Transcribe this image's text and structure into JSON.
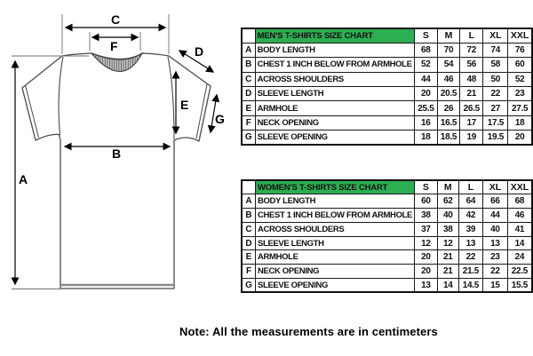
{
  "note": "Note: All the measurements are in centimeters",
  "diagram": {
    "labels": [
      "A",
      "B",
      "C",
      "D",
      "E",
      "F",
      "G"
    ]
  },
  "tables": [
    {
      "title": "MEN'S T-SHIRTS SIZE CHART",
      "sizes": [
        "S",
        "M",
        "L",
        "XL",
        "XXL"
      ],
      "rows": [
        {
          "key": "A",
          "label": "BODY LENGTH",
          "values": [
            "68",
            "70",
            "72",
            "74",
            "76"
          ]
        },
        {
          "key": "B",
          "label": "CHEST 1 INCH BELOW FROM ARMHOLE",
          "values": [
            "52",
            "54",
            "56",
            "58",
            "60"
          ]
        },
        {
          "key": "C",
          "label": "ACROSS SHOULDERS",
          "values": [
            "44",
            "46",
            "48",
            "50",
            "52"
          ]
        },
        {
          "key": "D",
          "label": "SLEEVE LENGTH",
          "values": [
            "20",
            "20.5",
            "21",
            "22",
            "23"
          ]
        },
        {
          "key": "E",
          "label": "ARMHOLE",
          "values": [
            "25.5",
            "26",
            "26.5",
            "27",
            "27.5"
          ]
        },
        {
          "key": "F",
          "label": "NECK OPENING",
          "values": [
            "16",
            "16.5",
            "17",
            "17.5",
            "18"
          ]
        },
        {
          "key": "G",
          "label": "SLEEVE OPENING",
          "values": [
            "18",
            "18.5",
            "19",
            "19.5",
            "20"
          ]
        }
      ]
    },
    {
      "title": "WOMEN'S T-SHIRTS SIZE CHART",
      "sizes": [
        "S",
        "M",
        "L",
        "XL",
        "XXL"
      ],
      "rows": [
        {
          "key": "A",
          "label": "BODY LENGTH",
          "values": [
            "60",
            "62",
            "64",
            "66",
            "68"
          ]
        },
        {
          "key": "B",
          "label": "CHEST 1 INCH BELOW FROM ARMHOLE",
          "values": [
            "38",
            "40",
            "42",
            "44",
            "46"
          ]
        },
        {
          "key": "C",
          "label": "ACROSS SHOULDERS",
          "values": [
            "37",
            "38",
            "39",
            "40",
            "41"
          ]
        },
        {
          "key": "D",
          "label": "SLEEVE LENGTH",
          "values": [
            "12",
            "12",
            "13",
            "13",
            "14"
          ]
        },
        {
          "key": "E",
          "label": "ARMHOLE",
          "values": [
            "20",
            "21",
            "22",
            "23",
            "24"
          ]
        },
        {
          "key": "F",
          "label": "NECK OPENING",
          "values": [
            "20",
            "21",
            "21.5",
            "22",
            "22.5"
          ]
        },
        {
          "key": "G",
          "label": "SLEEVE OPENING",
          "values": [
            "13",
            "14",
            "14.5",
            "15",
            "15.5"
          ]
        }
      ]
    }
  ],
  "colors": {
    "table_title_bg": "#2cae52",
    "table_border": "#111111",
    "dimension_line": "#000000",
    "shirt_outline": "#4a4a4a"
  }
}
